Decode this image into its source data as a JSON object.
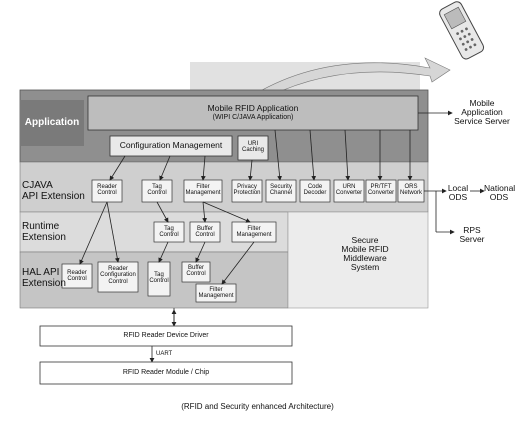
{
  "layers": {
    "application": "Application",
    "cjava": "CJAVA\nAPI Extension",
    "runtime": "Runtime\nExtension",
    "halapi": "HAL API\nExtension"
  },
  "app_box": {
    "title": "Mobile RFID Application",
    "subtitle": "(WIPI C/JAVA Application)"
  },
  "config_mgmt": "Configuration Management",
  "uri_caching": "URI\nCaching",
  "cjava_modules": [
    "Reader\nControl",
    "Tag\nControl",
    "Filter\nManagement",
    "Privacy\nProtection",
    "Security\nChannel",
    "Code\nDecoder",
    "URN\nConverter",
    "PR/TFT\nConverter",
    "ORS\nNetwork"
  ],
  "runtime_modules": [
    "Tag\nControl",
    "Buffer\nControl",
    "Filter\nManagement"
  ],
  "hal_modules": [
    "Reader\nControl",
    "Reader\nConfiguration\nControl",
    "Tag\nControl",
    "Buffer\nControl",
    "Filter\nManagement"
  ],
  "middleware": "Secure\nMobile RFID\nMiddleware\nSystem",
  "mobile_server": "Mobile\nApplication\nService Server",
  "local_ods": "Local\nODS",
  "national_ods": "National\nODS",
  "rps_server": "RPS\nServer",
  "driver": "RFID Reader Device Driver",
  "uart": "UART",
  "module": "RFID Reader Module / Chip",
  "caption": "(RFID and Security enhanced Architecture)"
}
